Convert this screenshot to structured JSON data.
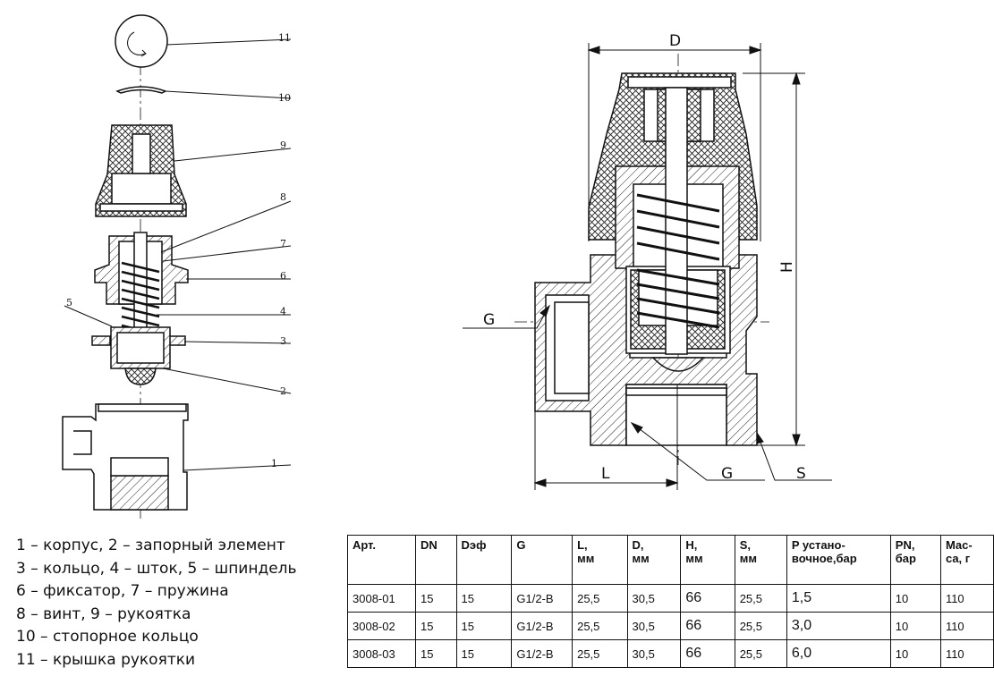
{
  "callouts": [
    "11",
    "10",
    "9",
    "8",
    "7",
    "6",
    "5",
    "4",
    "3",
    "2",
    "1"
  ],
  "dimensions": {
    "D": "D",
    "H": "H",
    "G1": "G",
    "L": "L",
    "G2": "G",
    "S": "S"
  },
  "legend": [
    "1 – корпус, 2 – запорный элемент",
    "3 – кольцо, 4 – шток, 5 – шпиндель",
    "6 – фиксатор, 7 – пружина",
    "8 – винт, 9 – рукоятка",
    "10 – стопорное кольцо",
    "11 – крышка рукоятки"
  ],
  "table": {
    "headers": [
      "Арт.",
      "DN",
      "Dэф",
      "G",
      "L,\nмм",
      "D,\nмм",
      "H,\nмм",
      "S,\nмм",
      "P устано-\nвочное,бар",
      "PN,\nбар",
      "Мас-\nса, г"
    ],
    "rows": [
      [
        "3008-01",
        "15",
        "15",
        "G1/2-B",
        "25,5",
        "30,5",
        "66",
        "25,5",
        "1,5",
        "10",
        "110"
      ],
      [
        "3008-02",
        "15",
        "15",
        "G1/2-B",
        "25,5",
        "30,5",
        "66",
        "25,5",
        "3,0",
        "10",
        "110"
      ],
      [
        "3008-03",
        "15",
        "15",
        "G1/2-B",
        "25,5",
        "30,5",
        "66",
        "25,5",
        "6,0",
        "10",
        "110"
      ]
    ]
  }
}
